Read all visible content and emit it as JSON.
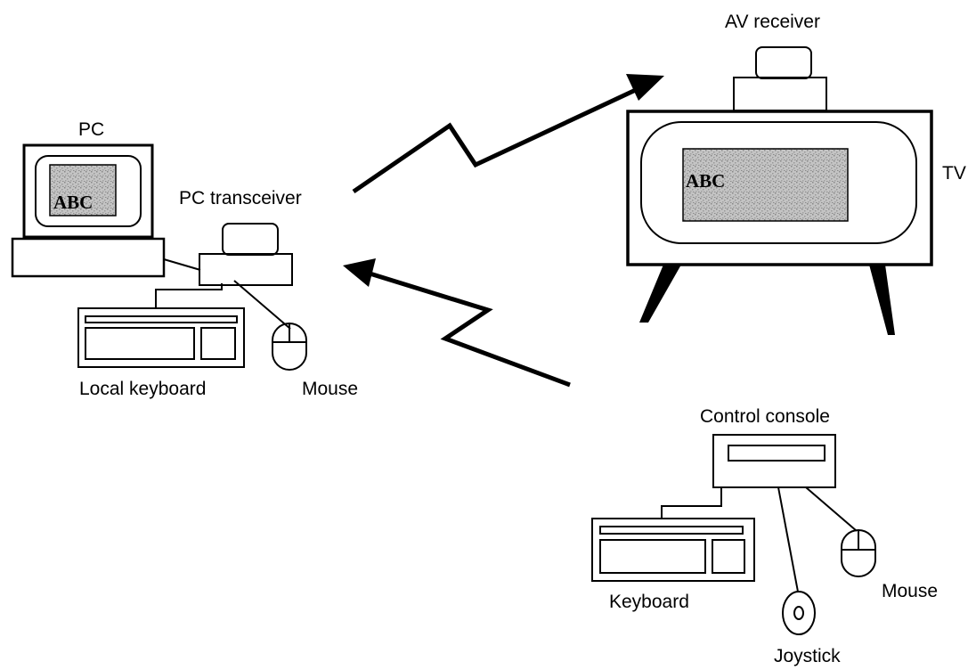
{
  "labels": {
    "pc": "PC",
    "pc_transceiver": "PC transceiver",
    "local_keyboard": "Local keyboard",
    "pc_mouse": "Mouse",
    "av_receiver": "AV receiver",
    "tv": "TV",
    "control_console": "Control console",
    "keyboard": "Keyboard",
    "console_mouse": "Mouse",
    "joystick": "Joystick"
  },
  "screens": {
    "pc_screen_text": "ABC",
    "tv_screen_text": "ABC"
  },
  "colors": {
    "line": "#000000",
    "screen_fill": "#bdbdbd",
    "background": "#ffffff"
  }
}
